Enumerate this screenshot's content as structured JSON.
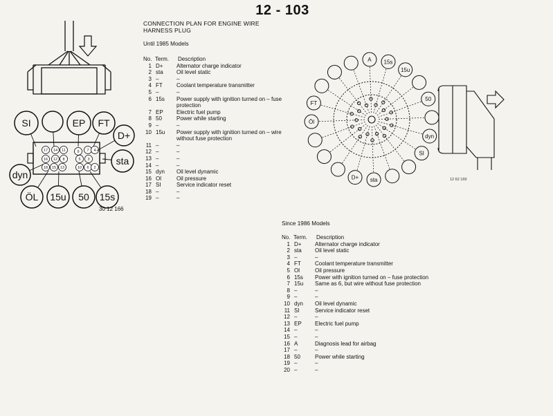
{
  "page_number": "12 - 103",
  "heading": "CONNECTION PLAN FOR ENGINE WIRE HARNESS PLUG",
  "left_diagram": {
    "code": "30 12 166",
    "labels": [
      "SI",
      "EP",
      "FT",
      "D+",
      "sta",
      "dyn",
      "ÖL",
      "15u",
      "50",
      "15s"
    ],
    "pin_numbers": [
      "17",
      "14",
      "11",
      "9",
      "7",
      "4",
      "1",
      "16",
      "12",
      "8",
      "5",
      "3",
      "18",
      "15",
      "13",
      "10",
      "6",
      "2"
    ]
  },
  "right_diagram": {
    "code": "12 62 169",
    "labels": [
      "A",
      "15s",
      "15u",
      "50",
      "FT",
      "dyn",
      "SI",
      "sta",
      "D+",
      "Öl"
    ]
  },
  "table_until_1985": {
    "title": "Until 1985 Models",
    "headers": [
      "No.",
      "Term.",
      "Description"
    ],
    "rows": [
      {
        "no": "1",
        "term": "D+",
        "desc": "Alternator charge indicator"
      },
      {
        "no": "2",
        "term": "sta",
        "desc": "Oil level static"
      },
      {
        "no": "3",
        "term": "–",
        "desc": "–"
      },
      {
        "no": "4",
        "term": "FT",
        "desc": "Coolant temperature transmitter"
      },
      {
        "no": "5",
        "term": "–",
        "desc": "–"
      },
      {
        "no": "6",
        "term": "15s",
        "desc": "Power supply with ignition turned on – fuse protection"
      },
      {
        "no": "7",
        "term": "EP",
        "desc": "Electric fuel pump"
      },
      {
        "no": "8",
        "term": "50",
        "desc": "Power while starting"
      },
      {
        "no": "9",
        "term": "–",
        "desc": "–"
      },
      {
        "no": "10",
        "term": "15u",
        "desc": "Power supply with ignition turned on – wire without fuse protection"
      },
      {
        "no": "11",
        "term": "–",
        "desc": "–"
      },
      {
        "no": "12",
        "term": "–",
        "desc": "–"
      },
      {
        "no": "13",
        "term": "–",
        "desc": "–"
      },
      {
        "no": "14",
        "term": "–",
        "desc": "–"
      },
      {
        "no": "15",
        "term": "dyn",
        "desc": "Oil level dynamic"
      },
      {
        "no": "16",
        "term": "Ol",
        "desc": "Oil pressure"
      },
      {
        "no": "17",
        "term": "SI",
        "desc": "Service indicator reset"
      },
      {
        "no": "18",
        "term": "–",
        "desc": "–"
      },
      {
        "no": "19",
        "term": "–",
        "desc": "–"
      }
    ]
  },
  "table_since_1986": {
    "title": "Since 1986 Models",
    "headers": [
      "No.",
      "Term.",
      "Description"
    ],
    "rows": [
      {
        "no": "1",
        "term": "D+",
        "desc": "Alternator charge indicator"
      },
      {
        "no": "2",
        "term": "sta",
        "desc": "Oil level static"
      },
      {
        "no": "3",
        "term": "–",
        "desc": "–"
      },
      {
        "no": "4",
        "term": "FT",
        "desc": "Coolant temperature transmitter"
      },
      {
        "no": "5",
        "term": "Ol",
        "desc": "Oil pressure"
      },
      {
        "no": "6",
        "term": "15s",
        "desc": "Power with ignition turned on – fuse protection"
      },
      {
        "no": "7",
        "term": "15u",
        "desc": "Same as 6, but wire without fuse protection"
      },
      {
        "no": "8",
        "term": "–",
        "desc": "–"
      },
      {
        "no": "9",
        "term": "–",
        "desc": "–"
      },
      {
        "no": "10",
        "term": "dyn",
        "desc": "Oil level dynamic"
      },
      {
        "no": "11",
        "term": "SI",
        "desc": "Service indicator reset"
      },
      {
        "no": "12",
        "term": "–",
        "desc": "–"
      },
      {
        "no": "13",
        "term": "EP",
        "desc": "Electric fuel pump"
      },
      {
        "no": "14",
        "term": "–",
        "desc": "–"
      },
      {
        "no": "15",
        "term": "–",
        "desc": "–"
      },
      {
        "no": "16",
        "term": "A",
        "desc": "Diagnosis lead for airbag"
      },
      {
        "no": "17",
        "term": "–",
        "desc": "–"
      },
      {
        "no": "18",
        "term": "50",
        "desc": "Power while starting"
      },
      {
        "no": "19",
        "term": "–",
        "desc": "–"
      },
      {
        "no": "20",
        "term": "–",
        "desc": "–"
      }
    ]
  }
}
